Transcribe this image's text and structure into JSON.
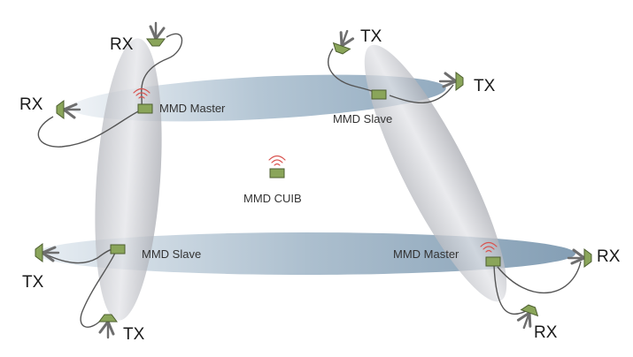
{
  "labels": {
    "rx_top_left": "RX",
    "rx_left": "RX",
    "tx_top_right": "TX",
    "tx_right": "TX",
    "tx_bottom_left": "TX",
    "tx_bottom_left_lower": "TX",
    "rx_bottom_right": "RX",
    "rx_bottom_right_lower": "RX",
    "mmd_master_top": "MMD Master",
    "mmd_slave_top": "MMD Slave",
    "mmd_cuib": "MMD CUIB",
    "mmd_slave_bottom": "MMD Slave",
    "mmd_master_bottom": "MMD Master"
  },
  "colors": {
    "beam_blue": "#7f9cb4",
    "beam_grey": "#a9abb2",
    "module_green": "#8aa55a",
    "wifi_red": "#d9534f",
    "antenna_grey": "#6e6e6e"
  }
}
